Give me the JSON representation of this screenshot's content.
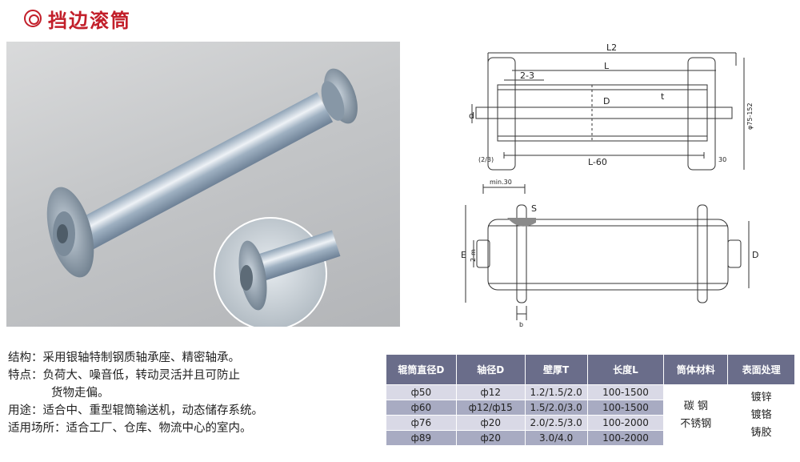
{
  "header": {
    "title": "挡边滚筒",
    "icon": "double-circle-icon"
  },
  "drawing": {
    "top": {
      "l2": "L2",
      "l": "L",
      "d_upper": "D",
      "t": "t",
      "d_left": "d",
      "l_minus": "L-60",
      "gap": "2-3",
      "left_small": "(2/3)",
      "right_small": "30",
      "vert": "φ75-152"
    },
    "bottom": {
      "min30": "min.30",
      "s": "S",
      "e": "E",
      "d": "D",
      "b": "b",
      "m": "2-m"
    }
  },
  "description": {
    "structure_label": "结构：",
    "structure_text": "采用银轴特制钢质轴承座、精密轴承。",
    "feature_label": "特点：",
    "feature_text": "负荷大、噪音低，转动灵活并且可防止",
    "feature_text2": "货物走偏。",
    "usage_label": "用途：",
    "usage_text": "适合中、重型辊筒输送机，动态储存系统。",
    "place_label": "适用场所：",
    "place_text": "适合工厂、仓库、物流中心的室内。"
  },
  "table": {
    "headers": [
      "辊筒直径D",
      "轴径D",
      "壁厚T",
      "长度L",
      "筒体材料",
      "表面处理"
    ],
    "rows": [
      [
        "ф50",
        "ф12",
        "1.2/1.5/2.0",
        "100-1500"
      ],
      [
        "ф60",
        "ф12/ф15",
        "1.5/2.0/3.0",
        "100-1500"
      ],
      [
        "ф76",
        "ф20",
        "2.0/2.5/3.0",
        "100-2000"
      ],
      [
        "ф89",
        "ф20",
        "3.0/4.0",
        "100-2000"
      ]
    ],
    "material_line1": "碳  钢",
    "material_line2": "不锈钢",
    "surface_line1": "镀锌",
    "surface_line2": "镀铬",
    "surface_line3": "铸胶"
  }
}
